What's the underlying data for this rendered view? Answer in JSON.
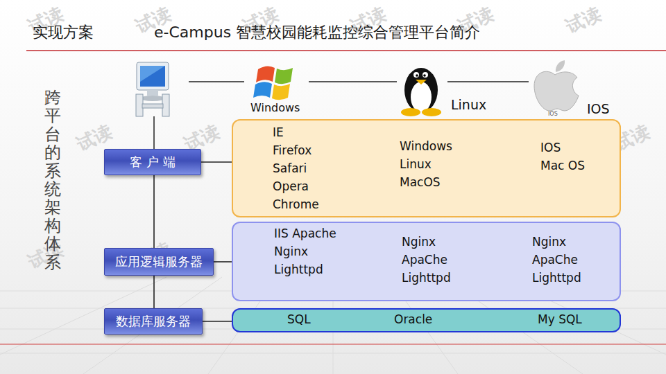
{
  "diagram": {
    "title": "e-Campus 智慧校园能耗监控综合管理平台简介",
    "nodes": [
      {
        "text": [
          "客 户 端"
        ]
      },
      {
        "text": [
          "IE Firefox Safari Opera Chrome",
          "Windows Linux MacOS",
          "IOS Mac OS"
        ]
      },
      {
        "text": [
          "应用逻辑服务器"
        ]
      },
      {
        "text": [
          "IIS Apache Nginx Lighttpd",
          "Nginx ApaChe Lighttpd",
          "Nginx ApaChe Lighttpd"
        ]
      },
      {
        "text": [
          "数据库服务器"
        ]
      },
      {
        "text": [
          "SQL",
          "Oracle",
          "My SQL"
        ]
      }
    ],
    "edges": [
      {
        "from": 0,
        "to": 1,
        "arrow": "none"
      },
      {
        "from": 2,
        "to": 3,
        "arrow": "none"
      },
      {
        "from": 4,
        "to": 5,
        "arrow": "none"
      },
      {
        "from": 0,
        "to": 2,
        "arrow": "none"
      },
      {
        "from": 2,
        "to": 4,
        "arrow": "none"
      }
    ],
    "labels": [
      "实现方案",
      "跨平台的系统架构体系",
      "Windows",
      "Linux",
      "IOS",
      "IOS",
      "试读",
      "试读",
      "试读",
      "试读",
      "试读",
      "试读",
      "试读",
      "试读",
      "试读",
      "试读",
      "试读",
      "试读",
      "试读",
      "试读",
      "试读",
      "试读",
      "试读",
      "试读"
    ]
  }
}
